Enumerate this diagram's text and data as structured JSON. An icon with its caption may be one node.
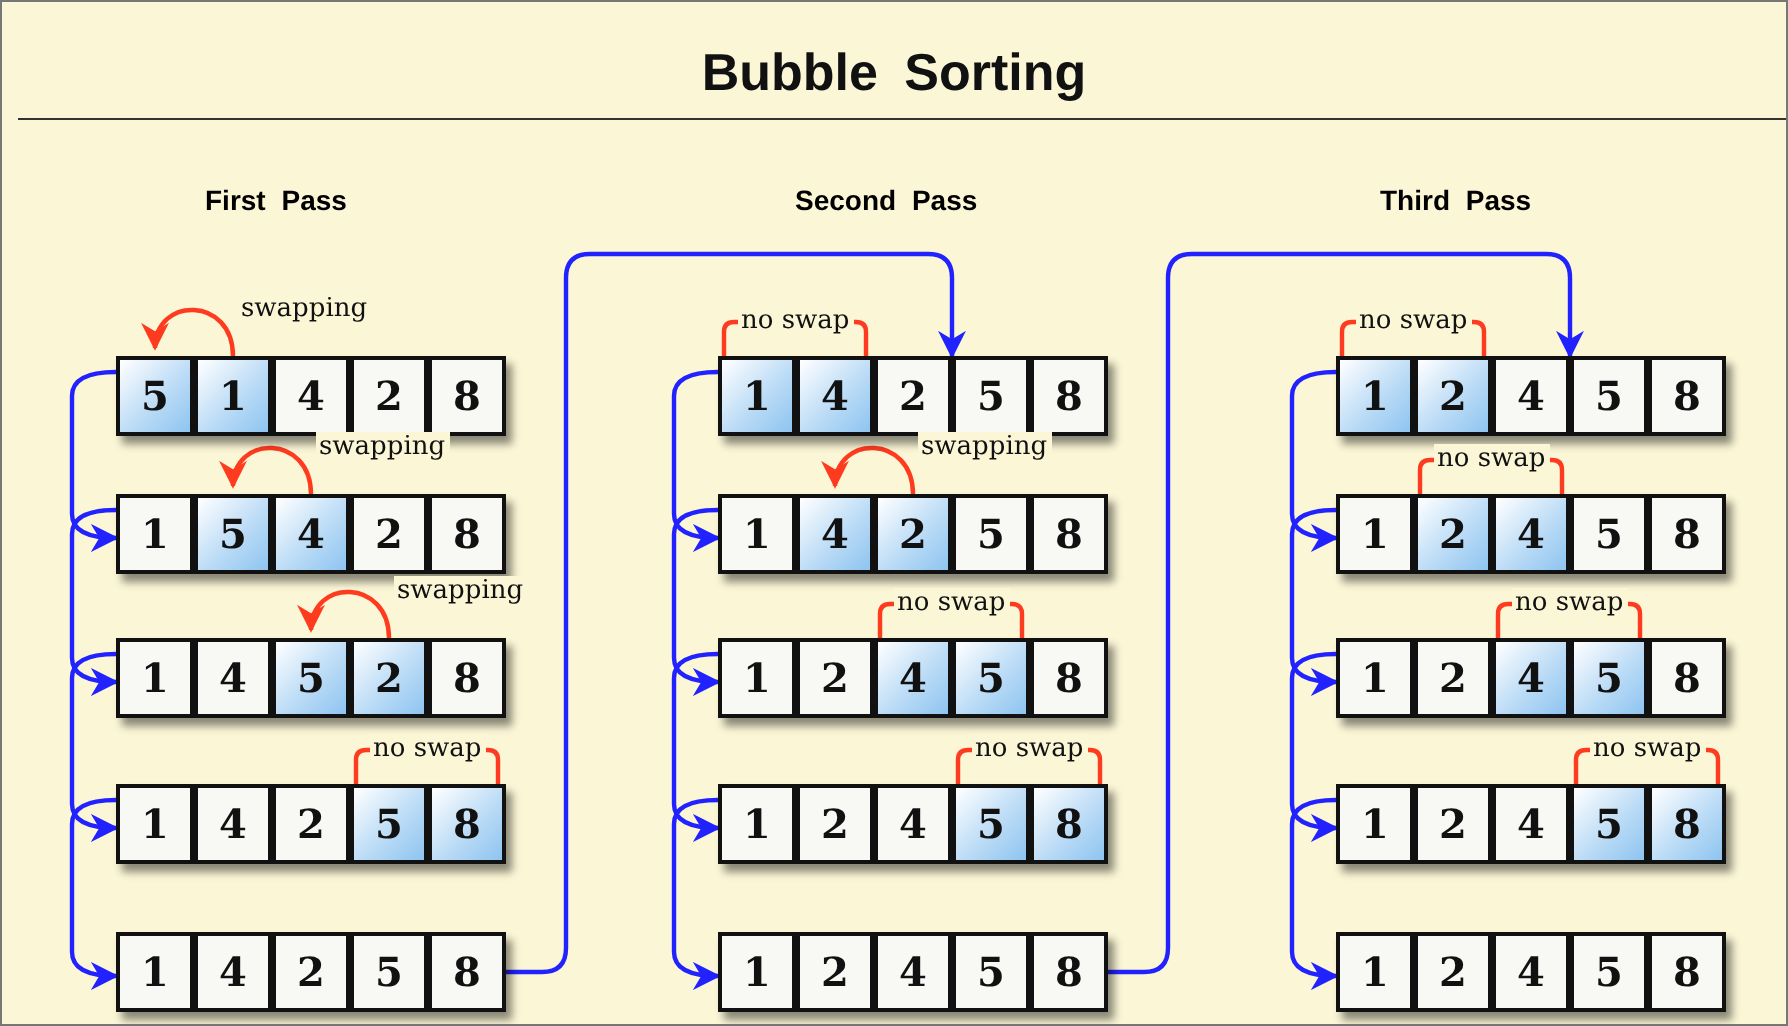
{
  "diagram": {
    "title": "Bubble Sorting",
    "nodes": [
      {
        "text": [],
        "shape": "box"
      },
      {
        "text": [
          "5"
        ],
        "in": 0
      },
      {
        "text": [
          "1"
        ],
        "in": 0
      },
      {
        "text": [
          "4"
        ],
        "in": 0
      },
      {
        "text": [
          "2"
        ],
        "in": 0
      },
      {
        "text": [
          "8"
        ],
        "in": 0
      },
      {
        "text": [],
        "shape": "box"
      },
      {
        "text": [
          "1"
        ],
        "in": 6
      },
      {
        "text": [
          "5"
        ],
        "in": 6
      },
      {
        "text": [
          "4"
        ],
        "in": 6
      },
      {
        "text": [
          "2"
        ],
        "in": 6
      },
      {
        "text": [
          "8"
        ],
        "in": 6
      },
      {
        "text": [],
        "shape": "box"
      },
      {
        "text": [
          "1"
        ],
        "in": 12
      },
      {
        "text": [
          "4"
        ],
        "in": 12
      },
      {
        "text": [
          "5"
        ],
        "in": 12
      },
      {
        "text": [
          "2"
        ],
        "in": 12
      },
      {
        "text": [
          "8"
        ],
        "in": 12
      },
      {
        "text": [],
        "shape": "box"
      },
      {
        "text": [
          "1"
        ],
        "in": 18
      },
      {
        "text": [
          "4"
        ],
        "in": 18
      },
      {
        "text": [
          "2"
        ],
        "in": 18
      },
      {
        "text": [
          "5"
        ],
        "in": 18
      },
      {
        "text": [
          "8"
        ],
        "in": 18
      },
      {
        "text": [],
        "shape": "box"
      },
      {
        "text": [
          "1"
        ],
        "in": 24
      },
      {
        "text": [
          "4"
        ],
        "in": 24
      },
      {
        "text": [
          "2"
        ],
        "in": 24
      },
      {
        "text": [
          "5"
        ],
        "in": 24
      },
      {
        "text": [
          "8"
        ],
        "in": 24
      },
      {
        "text": [],
        "shape": "box"
      },
      {
        "text": [
          "1"
        ],
        "in": 30
      },
      {
        "text": [
          "4"
        ],
        "in": 30
      },
      {
        "text": [
          "2"
        ],
        "in": 30
      },
      {
        "text": [
          "5"
        ],
        "in": 30
      },
      {
        "text": [
          "8"
        ],
        "in": 30
      },
      {
        "text": [],
        "shape": "box"
      },
      {
        "text": [
          "1"
        ],
        "in": 36
      },
      {
        "text": [
          "4"
        ],
        "in": 36
      },
      {
        "text": [
          "2"
        ],
        "in": 36
      },
      {
        "text": [
          "5"
        ],
        "in": 36
      },
      {
        "text": [
          "8"
        ],
        "in": 36
      },
      {
        "text": [],
        "shape": "box"
      },
      {
        "text": [
          "1"
        ],
        "in": 42
      },
      {
        "text": [
          "2"
        ],
        "in": 42
      },
      {
        "text": [
          "4"
        ],
        "in": 42
      },
      {
        "text": [
          "5"
        ],
        "in": 42
      },
      {
        "text": [
          "8"
        ],
        "in": 42
      },
      {
        "text": [],
        "shape": "box"
      },
      {
        "text": [
          "1"
        ],
        "in": 48
      },
      {
        "text": [
          "2"
        ],
        "in": 48
      },
      {
        "text": [
          "4"
        ],
        "in": 48
      },
      {
        "text": [
          "5"
        ],
        "in": 48
      },
      {
        "text": [
          "8"
        ],
        "in": 48
      },
      {
        "text": [],
        "shape": "box"
      },
      {
        "text": [
          "1"
        ],
        "in": 54
      },
      {
        "text": [
          "2"
        ],
        "in": 54
      },
      {
        "text": [
          "4"
        ],
        "in": 54
      },
      {
        "text": [
          "5"
        ],
        "in": 54
      },
      {
        "text": [
          "8"
        ],
        "in": 54
      },
      {
        "text": [],
        "shape": "box"
      },
      {
        "text": [
          "1"
        ],
        "in": 60
      },
      {
        "text": [
          "2"
        ],
        "in": 60
      },
      {
        "text": [
          "4"
        ],
        "in": 60
      },
      {
        "text": [
          "5"
        ],
        "in": 60
      },
      {
        "text": [
          "8"
        ],
        "in": 60
      },
      {
        "text": [],
        "shape": "box"
      },
      {
        "text": [
          "1"
        ],
        "in": 66
      },
      {
        "text": [
          "2"
        ],
        "in": 66
      },
      {
        "text": [
          "4"
        ],
        "in": 66
      },
      {
        "text": [
          "5"
        ],
        "in": 66
      },
      {
        "text": [
          "8"
        ],
        "in": 66
      },
      {
        "text": [],
        "shape": "box"
      },
      {
        "text": [
          "1"
        ],
        "in": 72
      },
      {
        "text": [
          "2"
        ],
        "in": 72
      },
      {
        "text": [
          "4"
        ],
        "in": 72
      },
      {
        "text": [
          "5"
        ],
        "in": 72
      },
      {
        "text": [
          "8"
        ],
        "in": 72
      },
      {
        "text": [],
        "shape": "box"
      },
      {
        "text": [
          "1"
        ],
        "in": 78
      },
      {
        "text": [
          "2"
        ],
        "in": 78
      },
      {
        "text": [
          "4"
        ],
        "in": 78
      },
      {
        "text": [
          "5"
        ],
        "in": 78
      },
      {
        "text": [
          "8"
        ],
        "in": 78
      },
      {
        "text": [],
        "shape": "box"
      },
      {
        "text": [
          "1"
        ],
        "in": 84
      },
      {
        "text": [
          "2"
        ],
        "in": 84
      },
      {
        "text": [
          "4"
        ],
        "in": 84
      },
      {
        "text": [
          "5"
        ],
        "in": 84
      },
      {
        "text": [
          "8"
        ],
        "in": 84
      }
    ],
    "edges": [
      {
        "from": 2,
        "to": 1,
        "arrow": "to",
        "label": "swapping",
        "color": "#ff3b1f"
      },
      {
        "from": 0,
        "to": 6,
        "arrow": "to",
        "color": "#2222ff"
      },
      {
        "from": 9,
        "to": 8,
        "arrow": "to",
        "label": "swapping",
        "color": "#ff3b1f"
      },
      {
        "from": 6,
        "to": 12,
        "arrow": "to",
        "color": "#2222ff"
      },
      {
        "from": 16,
        "to": 15,
        "arrow": "to",
        "label": "swapping",
        "color": "#ff3b1f"
      },
      {
        "from": 12,
        "to": 18,
        "arrow": "to",
        "color": "#2222ff"
      },
      {
        "from": 22,
        "to": 23,
        "arrow": "none",
        "label": "no swap",
        "color": "#ff3b1f"
      },
      {
        "from": 18,
        "to": 24,
        "arrow": "to",
        "color": "#2222ff"
      },
      {
        "from": 24,
        "to": 30,
        "arrow": "to",
        "color": "#2222ff"
      },
      {
        "from": 31,
        "to": 32,
        "arrow": "none",
        "label": "no swap",
        "color": "#ff3b1f"
      },
      {
        "from": 30,
        "to": 36,
        "arrow": "to",
        "color": "#2222ff"
      },
      {
        "from": 39,
        "to": 38,
        "arrow": "to",
        "label": "swapping",
        "color": "#ff3b1f"
      },
      {
        "from": 36,
        "to": 42,
        "arrow": "to",
        "color": "#2222ff"
      },
      {
        "from": 45,
        "to": 46,
        "arrow": "none",
        "label": "no swap",
        "color": "#ff3b1f"
      },
      {
        "from": 42,
        "to": 48,
        "arrow": "to",
        "color": "#2222ff"
      },
      {
        "from": 52,
        "to": 53,
        "arrow": "none",
        "label": "no swap",
        "color": "#ff3b1f"
      },
      {
        "from": 48,
        "to": 54,
        "arrow": "to",
        "color": "#2222ff"
      },
      {
        "from": 54,
        "to": 60,
        "arrow": "to",
        "color": "#2222ff"
      },
      {
        "from": 61,
        "to": 62,
        "arrow": "none",
        "label": "no swap",
        "color": "#ff3b1f"
      },
      {
        "from": 60,
        "to": 66,
        "arrow": "to",
        "color": "#2222ff"
      },
      {
        "from": 68,
        "to": 69,
        "arrow": "none",
        "label": "no swap",
        "color": "#ff3b1f"
      },
      {
        "from": 66,
        "to": 72,
        "arrow": "to",
        "color": "#2222ff"
      },
      {
        "from": 75,
        "to": 76,
        "arrow": "none",
        "label": "no swap",
        "color": "#ff3b1f"
      },
      {
        "from": 72,
        "to": 78,
        "arrow": "to",
        "color": "#2222ff"
      },
      {
        "from": 82,
        "to": 83,
        "arrow": "none",
        "label": "no swap",
        "color": "#ff3b1f"
      },
      {
        "from": 78,
        "to": 84,
        "arrow": "to",
        "color": "#2222ff"
      }
    ],
    "labels": [
      "First Pass",
      "Second Pass",
      "Third Pass"
    ]
  }
}
